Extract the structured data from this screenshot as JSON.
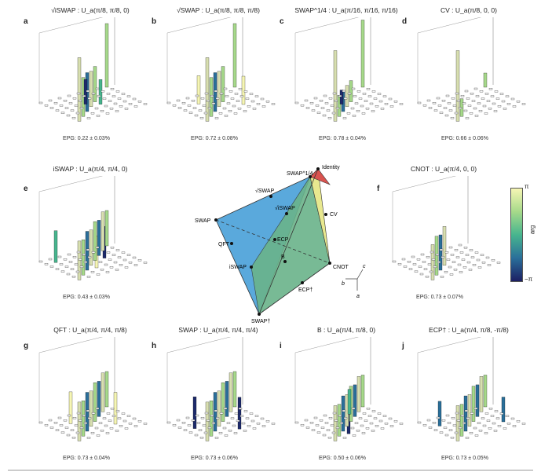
{
  "panels": [
    {
      "letter": "a",
      "title": "√iSWAP : U_a(π/8, π/8, 0)",
      "epg": "EPG: 0.22 ± 0.03%",
      "pattern": [
        [
          0,
          7,
          0.9
        ],
        [
          1,
          6,
          0.55
        ],
        [
          2,
          5,
          0.55
        ],
        [
          3,
          4,
          0.5
        ],
        [
          4,
          3,
          0.5
        ],
        [
          7,
          0,
          0.9
        ],
        [
          3,
          3,
          0.35
        ],
        [
          4,
          4,
          0.35
        ]
      ]
    },
    {
      "letter": "b",
      "title": "√SWAP : U_a(π/8, π/8, π/8)",
      "epg": "EPG: 0.72 ± 0.08%",
      "pattern": [
        [
          0,
          7,
          0.9
        ],
        [
          1,
          6,
          0.55
        ],
        [
          2,
          5,
          0.55
        ],
        [
          3,
          4,
          0.5
        ],
        [
          4,
          3,
          0.5
        ],
        [
          7,
          0,
          0.9
        ],
        [
          2,
          2,
          0.4
        ],
        [
          5,
          5,
          0.4
        ]
      ]
    },
    {
      "letter": "c",
      "title": "SWAP^1/4 : U_a(π/16, π/16, π/16)",
      "epg": "EPG: 0.78 ± 0.04%",
      "pattern": [
        [
          0,
          7,
          1.0
        ],
        [
          1,
          6,
          0.3
        ],
        [
          2,
          5,
          0.3
        ],
        [
          3,
          4,
          0.3
        ],
        [
          4,
          3,
          0.3
        ],
        [
          7,
          0,
          0.95
        ],
        [
          3,
          3,
          0.2
        ]
      ]
    },
    {
      "letter": "d",
      "title": "CV : U_a(π/8, 0, 0)",
      "epg": "EPG: 0.66 ± 0.06%",
      "pattern": [
        [
          0,
          7,
          1.0
        ],
        [
          1,
          6,
          0.25
        ],
        [
          7,
          0,
          0.2
        ]
      ]
    },
    {
      "letter": "e",
      "title": "iSWAP : U_a(π/4, π/4, 0)",
      "epg": "EPG: 0.43 ± 0.03%",
      "pattern": [
        [
          0,
          7,
          0.55
        ],
        [
          1,
          6,
          0.5
        ],
        [
          2,
          5,
          0.55
        ],
        [
          3,
          4,
          0.5
        ],
        [
          4,
          3,
          0.55
        ],
        [
          5,
          2,
          0.5
        ],
        [
          6,
          1,
          0.55
        ],
        [
          7,
          0,
          0.5
        ],
        [
          1,
          1,
          0.45
        ],
        [
          3,
          5,
          0.45
        ],
        [
          5,
          3,
          0.45
        ]
      ]
    },
    {
      "letter": "f",
      "title": "CNOT : U_a(π/4, 0, 0)",
      "epg": "EPG: 0.73 ± 0.07%",
      "pattern": [
        [
          0,
          7,
          0.5
        ],
        [
          1,
          6,
          0.55
        ],
        [
          2,
          5,
          0.5
        ],
        [
          3,
          4,
          0.55
        ]
      ]
    },
    {
      "letter": "g",
      "title": "QFT : U_a(π/4, π/4, π/8)",
      "epg": "EPG: 0.73 ± 0.04%",
      "pattern": [
        [
          0,
          7,
          0.55
        ],
        [
          1,
          6,
          0.5
        ],
        [
          2,
          5,
          0.55
        ],
        [
          3,
          4,
          0.5
        ],
        [
          4,
          3,
          0.55
        ],
        [
          5,
          2,
          0.5
        ],
        [
          6,
          1,
          0.55
        ],
        [
          7,
          0,
          0.5
        ],
        [
          2,
          2,
          0.45
        ],
        [
          5,
          5,
          0.45
        ]
      ]
    },
    {
      "letter": "h",
      "title": "SWAP : U_a(π/4, π/4, π/4)",
      "epg": "EPG: 0.73 ± 0.06%",
      "pattern": [
        [
          0,
          7,
          0.55
        ],
        [
          1,
          6,
          0.5
        ],
        [
          2,
          5,
          0.55
        ],
        [
          3,
          4,
          0.5
        ],
        [
          4,
          3,
          0.55
        ],
        [
          5,
          2,
          0.5
        ],
        [
          6,
          1,
          0.55
        ],
        [
          7,
          0,
          0.5
        ],
        [
          1,
          3,
          0.45
        ],
        [
          4,
          6,
          0.45
        ]
      ]
    },
    {
      "letter": "i",
      "title": "B : U_a(π/4, π/8, 0)",
      "epg": "EPG: 0.50 ± 0.06%",
      "pattern": [
        [
          0,
          7,
          0.5
        ],
        [
          1,
          6,
          0.45
        ],
        [
          2,
          5,
          0.5
        ],
        [
          3,
          4,
          0.45
        ],
        [
          4,
          3,
          0.5
        ],
        [
          5,
          2,
          0.45
        ],
        [
          6,
          1,
          0.5
        ],
        [
          7,
          0,
          0.45
        ],
        [
          2,
          6,
          0.35
        ],
        [
          5,
          1,
          0.35
        ]
      ]
    },
    {
      "letter": "j",
      "title": "ECP† : U_a(π/4, π/8, -π/8)",
      "epg": "EPG: 0.73 ± 0.05%",
      "pattern": [
        [
          0,
          7,
          0.5
        ],
        [
          1,
          6,
          0.45
        ],
        [
          2,
          5,
          0.5
        ],
        [
          3,
          4,
          0.45
        ],
        [
          4,
          3,
          0.5
        ],
        [
          5,
          2,
          0.45
        ],
        [
          6,
          1,
          0.5
        ],
        [
          7,
          0,
          0.45
        ],
        [
          1,
          2,
          0.35
        ],
        [
          6,
          5,
          0.35
        ]
      ]
    }
  ],
  "axis_ticks": [
    "0.5",
    "0"
  ],
  "colorbar": {
    "top": "π",
    "bottom": "−π",
    "label": "arg"
  },
  "weyl": {
    "labels": {
      "swap_quarter": "SWAP^1/4",
      "identity": "Identity",
      "sqrt_swap": "√SWAP",
      "sqrt_iswap": "√iSWAP",
      "cv": "CV",
      "swap": "SWAP",
      "qft": "QFT",
      "ecp": "ECP",
      "iswap": "iSWAP",
      "b": "B",
      "cnot": "CNOT",
      "ecp_dag": "ECP†",
      "swap_dag": "SWAP†",
      "axis_a": "a",
      "axis_b": "b",
      "axis_c": "c"
    }
  }
}
